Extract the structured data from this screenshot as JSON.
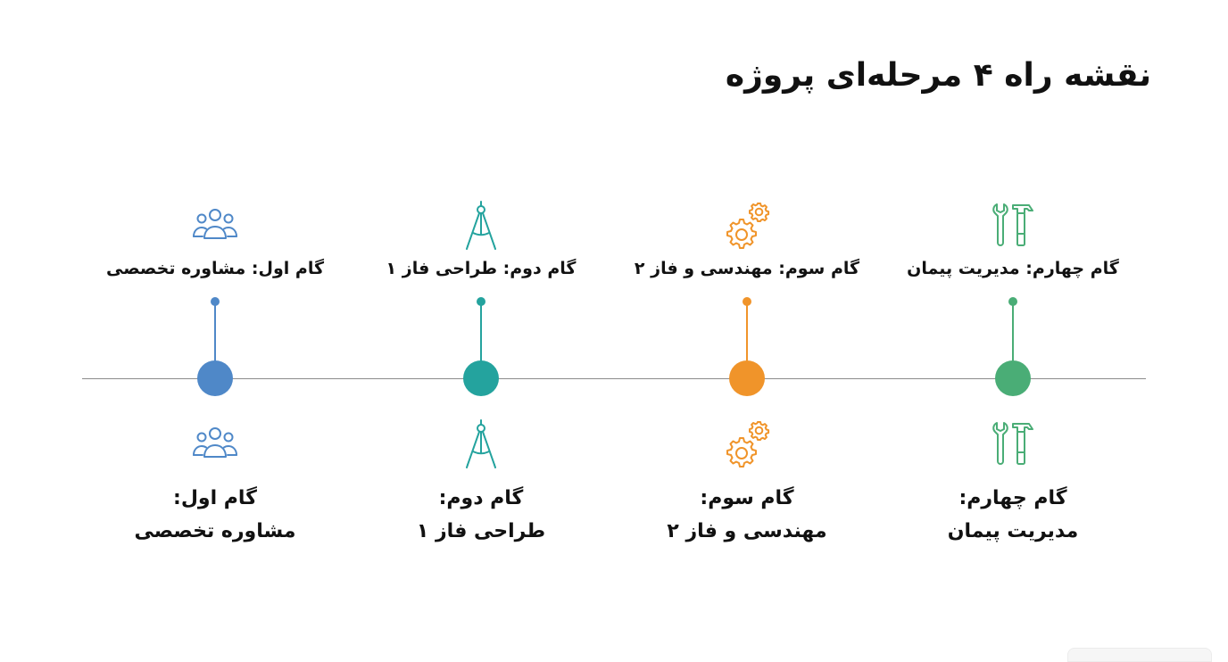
{
  "title": "نقشه راه ۴ مرحله‌ای پروژه",
  "stages": [
    {
      "top_label": "گام اول: مشاوره تخصصی",
      "bottom_line1": "گام اول:",
      "bottom_line2": "مشاوره تخصصی",
      "color": "#4f88c8",
      "icon": "people-icon"
    },
    {
      "top_label": "گام دوم: طراحی فاز ۱",
      "bottom_line1": "گام دوم:",
      "bottom_line2": "طراحی فاز ۱",
      "color": "#24a39e",
      "icon": "compass-icon"
    },
    {
      "top_label": "گام سوم: مهندسی و فاز ۲",
      "bottom_line1": "گام سوم:",
      "bottom_line2": "مهندسی و فاز ۲",
      "color": "#f0942a",
      "icon": "gears-icon"
    },
    {
      "top_label": "گام چهارم: مدیریت پیمان",
      "bottom_line1": "گام چهارم:",
      "bottom_line2": "مدیریت پیمان",
      "color": "#4aad76",
      "icon": "tools-icon"
    }
  ]
}
